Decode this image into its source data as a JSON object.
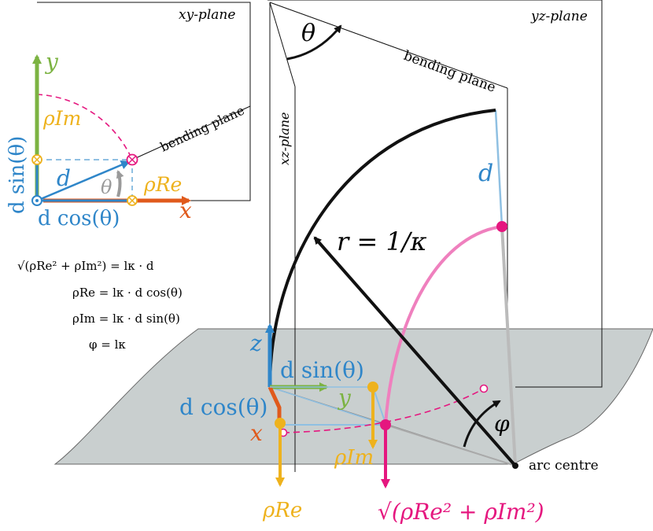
{
  "colors": {
    "black": "#111111",
    "blue": "#2f86c9",
    "light_blue": "#8fc0e2",
    "green": "#7cb342",
    "orange": "#e05a1c",
    "yellow": "#eeb21d",
    "pink": "#e5177f",
    "light_pink": "#ef80be",
    "gray_arrow": "#9a9a9a",
    "ground_fill": "#c9cfcf",
    "ground_stroke": "#666666"
  },
  "labels": {
    "xy_plane": "xy-plane",
    "yz_plane": "yz-plane",
    "xz_plane": "xz-plane",
    "bending_plane_top": "bending plane",
    "bending_plane_inset": "bending plane",
    "theta": "θ",
    "d": "d",
    "r": "r = 1/κ",
    "arc_centre": "arc centre",
    "phi": "φ",
    "x": "x",
    "y": "y",
    "z": "z",
    "d_sin": "d sin(θ)",
    "d_cos": "d cos(θ)",
    "rho_im": "ρIm",
    "rho_re": "ρRe",
    "sqrt_rho": "√(ρRe² + ρIm²)"
  },
  "equations": {
    "eq1": "√(ρRe² + ρIm²) = lκ · d",
    "eq2": "ρRe = lκ · d cos(θ)",
    "eq3": "ρIm = lκ · d sin(θ)",
    "eq4": "φ = lκ"
  }
}
